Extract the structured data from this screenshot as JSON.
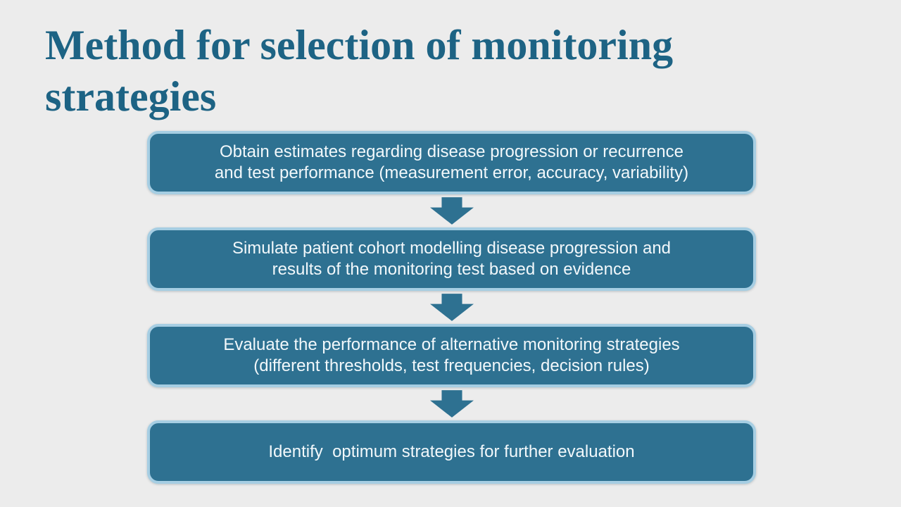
{
  "slide": {
    "title": {
      "line1": "Method for selection of monitoring",
      "line2": "strategies"
    },
    "colors": {
      "background": "#ececec",
      "title": "#1d6384",
      "box_fill": "#2e7191",
      "box_border": "#a6cee3",
      "box_text": "#f2f8fb",
      "arrow": "#2e7191"
    },
    "flow": {
      "arrow_icon": "down-block-arrow",
      "steps": [
        {
          "text": "Obtain estimates regarding disease progression or recurrence\nand test performance (measurement error, accuracy, variability)"
        },
        {
          "text": "Simulate patient cohort modelling disease progression and\nresults of the monitoring test based on evidence"
        },
        {
          "text": "Evaluate the performance of alternative monitoring strategies\n(different thresholds, test frequencies, decision rules)"
        },
        {
          "text": "Identify  optimum strategies for further evaluation"
        }
      ]
    }
  }
}
